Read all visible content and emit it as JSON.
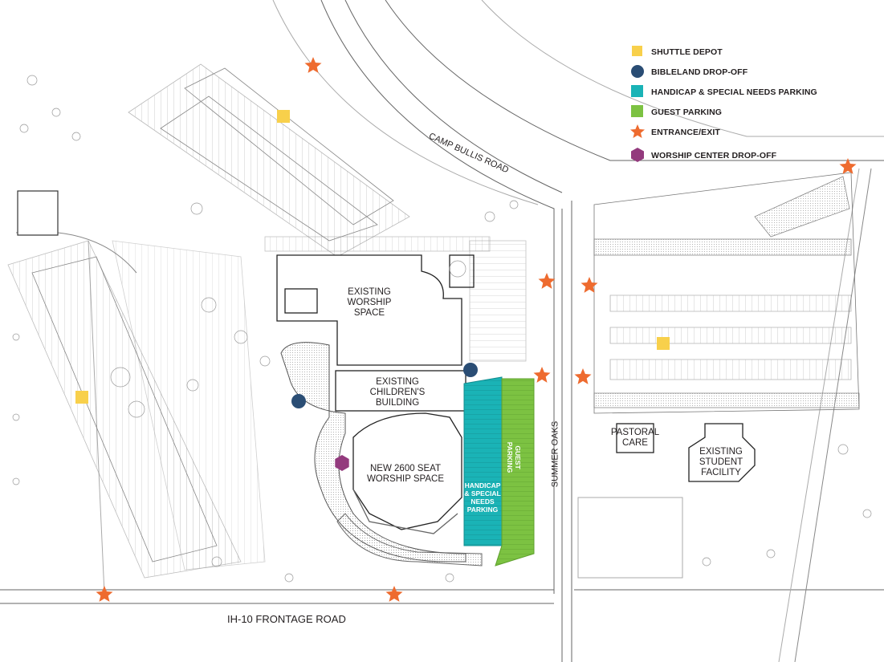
{
  "legend": {
    "items": [
      {
        "label": "SHUTTLE DEPOT",
        "icon": "yellow-square-icon",
        "color": "#f8d04b"
      },
      {
        "label": "BIBLELAND DROP-OFF",
        "icon": "blue-circle-icon",
        "color": "#2a4d74"
      },
      {
        "label": "HANDICAP & SPECIAL NEEDS PARKING",
        "icon": "teal-square-icon",
        "color": "#1ab3b6"
      },
      {
        "label": "GUEST PARKING",
        "icon": "green-square-icon",
        "color": "#7cc242"
      },
      {
        "label": "ENTRANCE/EXIT",
        "icon": "orange-star-icon",
        "color": "#ee6b2f"
      },
      {
        "label": "WORSHIP CENTER DROP-OFF",
        "icon": "purple-hexagon-icon",
        "color": "#933a7d"
      }
    ]
  },
  "buildings": {
    "worship_space": [
      "EXISTING",
      "WORSHIP",
      "SPACE"
    ],
    "childrens_building": [
      "EXISTING",
      "CHILDREN'S",
      "BUILDING"
    ],
    "new_worship": [
      "NEW 2600 SEAT",
      "WORSHIP SPACE"
    ],
    "pastoral_care": [
      "PASTORAL",
      "CARE"
    ],
    "student_facility": [
      "EXISTING",
      "STUDENT",
      "FACILITY"
    ]
  },
  "parking_labels": {
    "guest": [
      "GUEST",
      "PARKING"
    ],
    "handicap": [
      "HANDICAP",
      "& SPECIAL",
      "NEEDS",
      "PARKING"
    ]
  },
  "roads": {
    "camp_bullis": "CAMP BULLIS ROAD",
    "summer_oaks": "SUMMER OAKS",
    "ih10": "IH-10 FRONTAGE ROAD"
  },
  "markers": {
    "entrances": [
      [
        390,
        82
      ],
      [
        681,
        351
      ],
      [
        734,
        356
      ],
      [
        675,
        468
      ],
      [
        726,
        470
      ],
      [
        1056,
        208
      ],
      [
        130,
        741
      ],
      [
        491,
        741
      ]
    ],
    "shuttle_depots": [
      [
        353,
        145
      ],
      [
        826,
        428
      ],
      [
        102,
        495
      ]
    ],
    "bibleland_dropoffs": [
      [
        586,
        461
      ],
      [
        372,
        500
      ]
    ],
    "worship_dropoffs": [
      [
        426,
        577
      ]
    ]
  }
}
